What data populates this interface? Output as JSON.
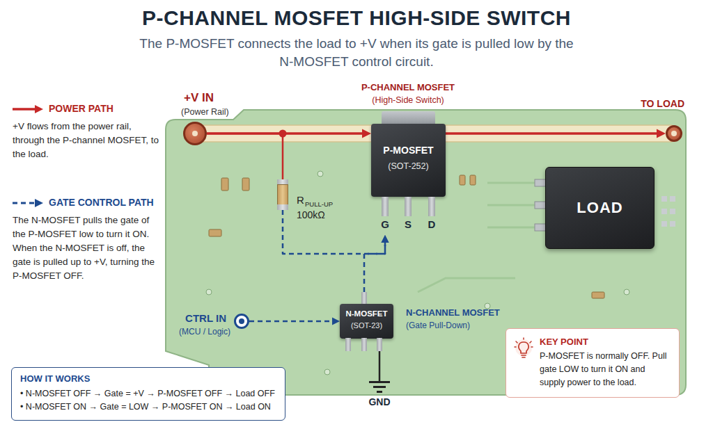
{
  "diagram": {
    "title": "P-CHANNEL MOSFET HIGH-SIDE SWITCH",
    "caption": "The P-MOSFET connects the load to +V when its gate is pulled low by the N-MOSFET control circuit.",
    "nodes": [
      {
        "text": [
          "+V IN",
          "(Power Rail)"
        ]
      },
      {
        "text": [
          "P-CHANNEL MOSFET",
          "(High-Side Switch)",
          "P-MOSFET",
          "(SOT-252)",
          "G",
          "S",
          "D"
        ]
      },
      {
        "text": [
          "R",
          "PULL-UP",
          "100kΩ"
        ]
      },
      {
        "text": [
          "N-MOSFET",
          "(SOT-23)",
          "N-CHANNEL MOSFET",
          "(Gate Pull-Down)"
        ]
      },
      {
        "text": [
          "LOAD"
        ]
      },
      {
        "text": [
          "TO LOAD"
        ]
      },
      {
        "text": [
          "CTRL IN",
          "(MCU / Logic)"
        ]
      },
      {
        "text": [
          "GND"
        ]
      },
      {
        "text": [
          "HOW IT WORKS",
          "• N-MOSFET OFF → Gate = +V → P-MOSFET OFF → Load OFF",
          "• N-MOSFET ON → Gate = LOW → P-MOSFET ON → Load ON"
        ]
      },
      {
        "text": [
          "KEY POINT",
          "P-MOSFET is normally OFF. Pull gate LOW to turn it ON and supply power to the load."
        ]
      }
    ],
    "edges": [
      {
        "from": 0,
        "to": 1,
        "arrow": "to"
      },
      {
        "from": 1,
        "to": 5,
        "arrow": "to"
      },
      {
        "from": 0,
        "to": 2,
        "arrow": "none"
      },
      {
        "from": 2,
        "to": 1,
        "arrow": "to"
      },
      {
        "from": 3,
        "to": 1,
        "arrow": "to"
      },
      {
        "from": 6,
        "to": 3,
        "arrow": "to"
      },
      {
        "from": 3,
        "to": 7,
        "arrow": "none"
      }
    ],
    "labels": [
      "+V flows from the power rail, through the P-channel MOSFET, to the load.",
      "The N-MOSFET pulls the gate of the P-MOSFET low to turn it ON. When the N-MOSFET is off, the gate is pulled up to +V, turning the P-MOSFET OFF."
    ],
    "legend": [
      {
        "text": "POWER PATH"
      },
      {
        "text": "GATE CONTROL PATH"
      }
    ]
  }
}
